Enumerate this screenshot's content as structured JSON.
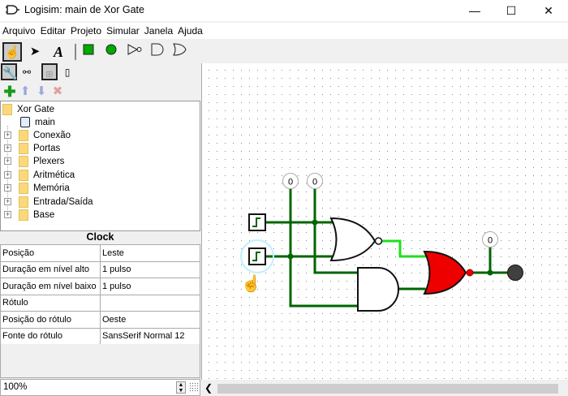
{
  "window": {
    "title": "Logisim: main de Xor Gate",
    "minimize": "—",
    "maximize": "☐",
    "close": "✕"
  },
  "menu": [
    "Arquivo",
    "Editar",
    "Projeto",
    "Simular",
    "Janela",
    "Ajuda"
  ],
  "toolbar": {
    "text_tool": "A"
  },
  "tree": {
    "root": "Xor Gate",
    "circuit": "main",
    "libraries": [
      "Conexão",
      "Portas",
      "Plexers",
      "Aritmética",
      "Memória",
      "Entrada/Saída",
      "Base"
    ]
  },
  "properties": {
    "title": "Clock",
    "rows": [
      {
        "name": "Posição",
        "value": "Leste"
      },
      {
        "name": "Duração em nível alto",
        "value": "1 pulso"
      },
      {
        "name": "Duração em nível baixo",
        "value": "1 pulso"
      },
      {
        "name": "Rótulo",
        "value": ""
      },
      {
        "name": "Posição do rótulo",
        "value": "Oeste"
      },
      {
        "name": "Fonte do rótulo",
        "value": "SansSerif Normal 12"
      }
    ]
  },
  "zoom": "100%",
  "circuit": {
    "probes": [
      "0",
      "0",
      "0"
    ],
    "colors": {
      "wire_low": "#006400",
      "wire_high": "#00d000",
      "gate_error": "#ee0000",
      "led_off": "#404040"
    }
  }
}
